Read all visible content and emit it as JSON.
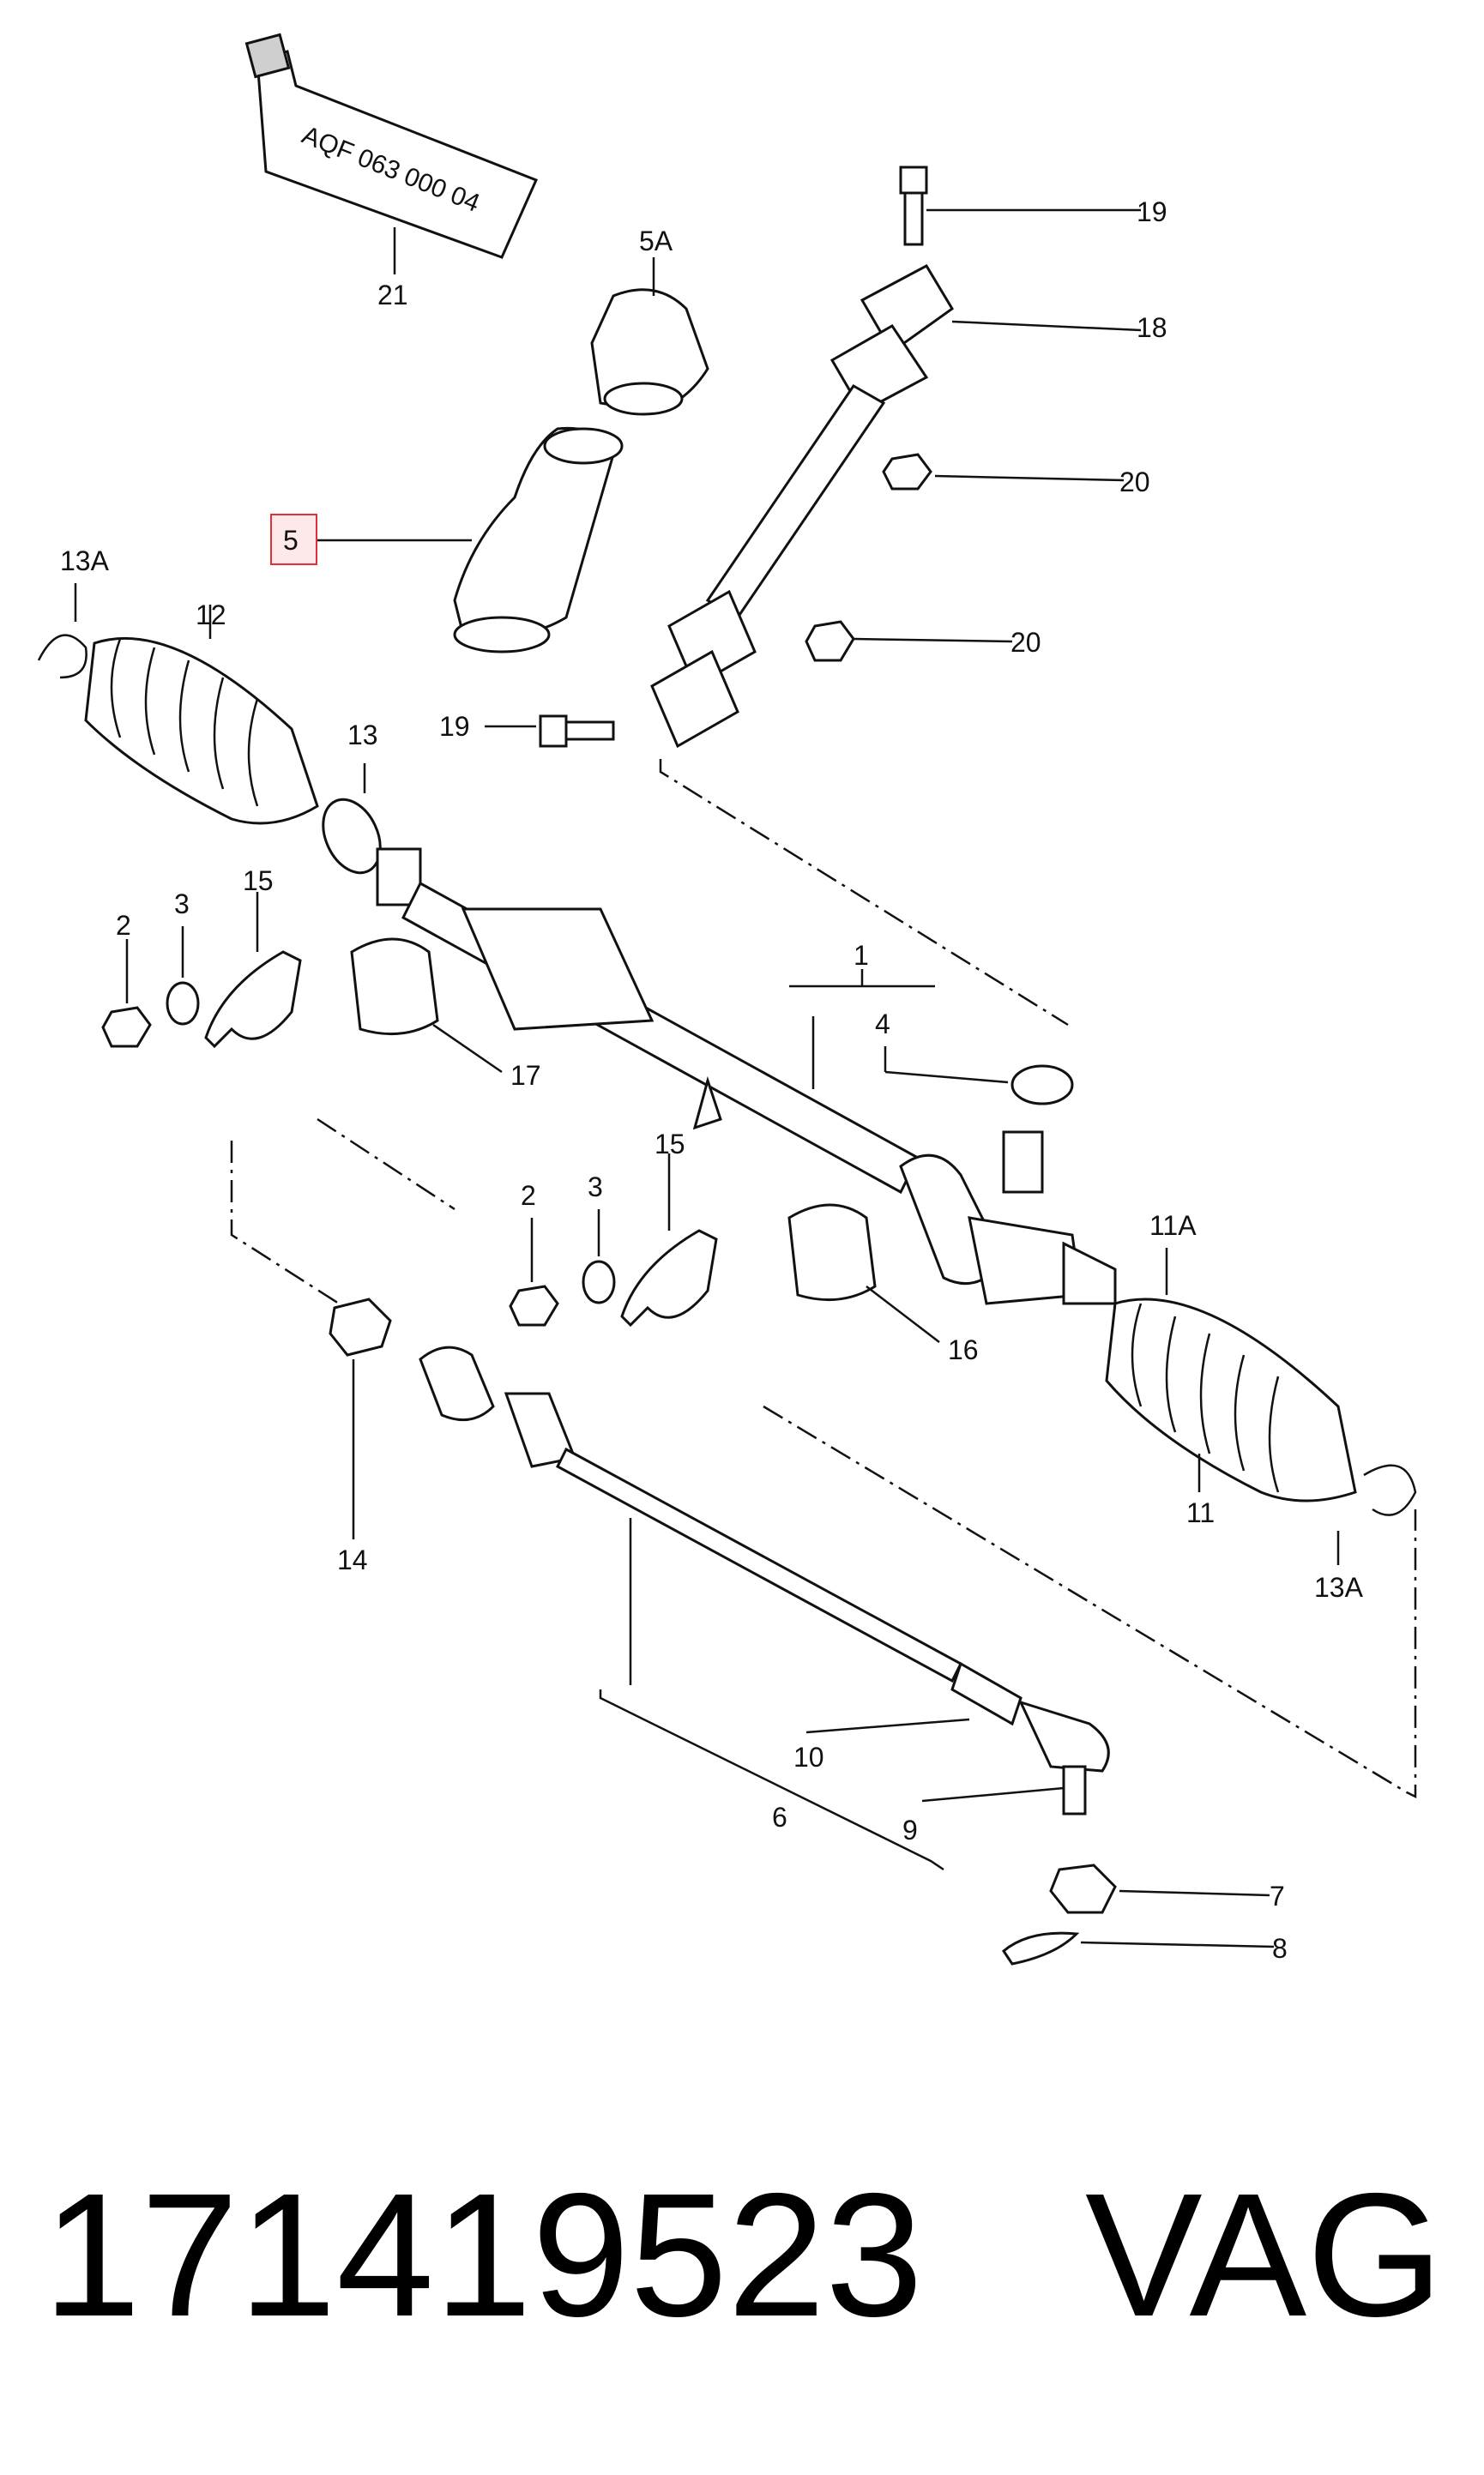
{
  "diagram": {
    "part_labels": {
      "l1": "1",
      "l2a": "2",
      "l2b": "2",
      "l3a": "3",
      "l3b": "3",
      "l4": "4",
      "l5": "5",
      "l5A": "5A",
      "l6": "6",
      "l7": "7",
      "l8": "8",
      "l9": "9",
      "l10": "10",
      "l11": "11",
      "l11A": "11A",
      "l12": "12",
      "l13": "13",
      "l13Aa": "13A",
      "l13Ab": "13A",
      "l14": "14",
      "l15a": "15",
      "l15b": "15",
      "l16": "16",
      "l17": "17",
      "l18": "18",
      "l19a": "19",
      "l19b": "19",
      "l20a": "20",
      "l20b": "20",
      "l21": "21"
    },
    "tube_text": "AQF 063 000 04",
    "highlight_color": "#e0303a"
  },
  "footer": {
    "part_number": "171419523",
    "brand": "VAG"
  }
}
